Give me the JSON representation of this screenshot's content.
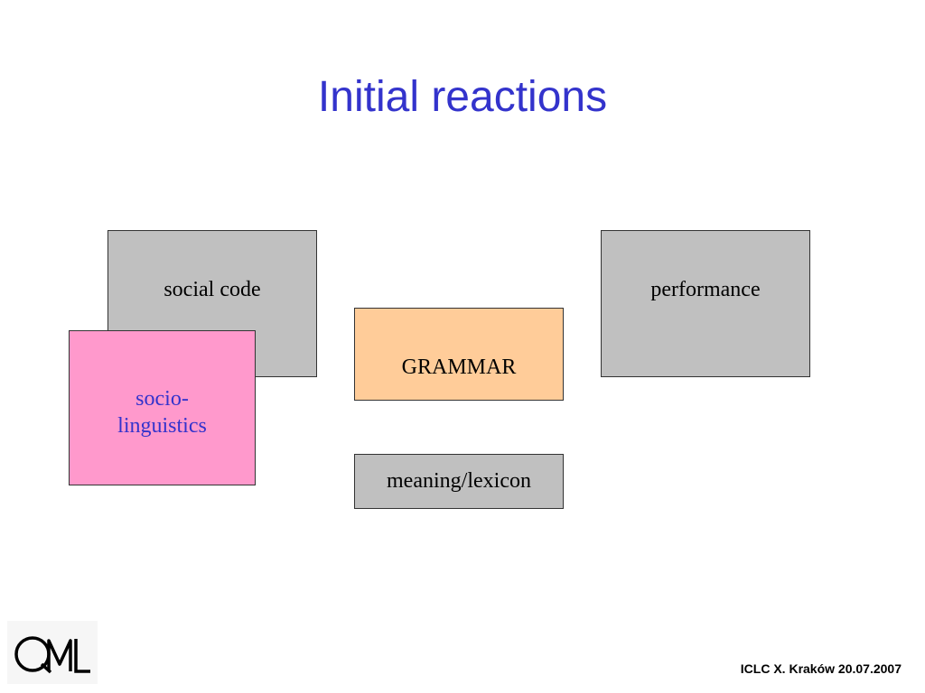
{
  "slide": {
    "title": "Initial reactions"
  },
  "diagram": {
    "boxes": {
      "social_code": "social code",
      "performance": "performance",
      "grammar": "GRAMMAR",
      "meaning_lexicon": "meaning/lexicon",
      "sociolinguistics_line1": "socio-",
      "sociolinguistics_line2": "linguistics"
    }
  },
  "colors": {
    "title": "#3333cc",
    "grey_box": "#c0c0c0",
    "grammar_box": "#ffcc99",
    "sociolinguistics_box": "#ff99cc",
    "sociolinguistics_text": "#3333cc"
  },
  "footer": {
    "logo_icon": "qml-logo-icon",
    "conference": "ICLC X. Kraków 20.07.2007"
  }
}
